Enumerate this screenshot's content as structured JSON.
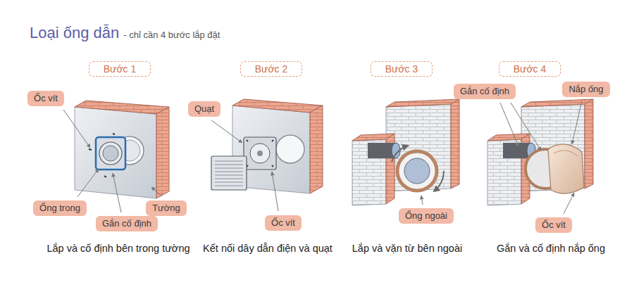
{
  "diagram": {
    "title": "Loại ống dẫn",
    "nodes": [
      {
        "text": [
          "Bước 1"
        ]
      },
      {
        "text": [
          "Ốc vít"
        ]
      },
      {
        "text": [
          "Ống trong"
        ]
      },
      {
        "text": [
          "Gắn cố định"
        ]
      },
      {
        "text": [
          "Tường"
        ]
      },
      {
        "text": [
          "Bước 2"
        ]
      },
      {
        "text": [
          "Quạt"
        ]
      },
      {
        "text": [
          "Ốc vít"
        ]
      },
      {
        "text": [
          "Bước 3"
        ]
      },
      {
        "text": [
          "Ống ngoài"
        ]
      },
      {
        "text": [
          "Bước 4"
        ]
      },
      {
        "text": [
          "Gắn cố định"
        ]
      },
      {
        "text": [
          "Nắp ống"
        ]
      },
      {
        "text": [
          "Ốc vít"
        ]
      }
    ],
    "labels": [
      "- chỉ cần 4 bước lắp đặt",
      "Lắp và cố định bên trong tường",
      "Kết nối dây dẫn điện và quạt",
      "Lắp và vặn từ bên ngoài",
      "Gắn và cố định nắp ống"
    ]
  }
}
